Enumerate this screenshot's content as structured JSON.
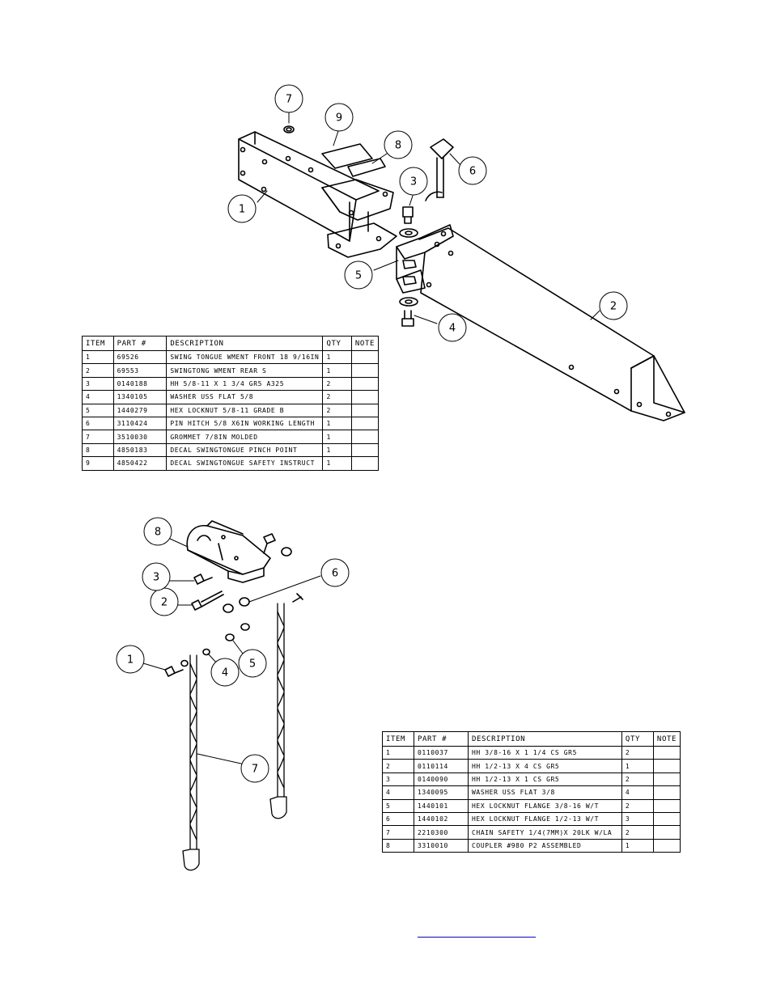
{
  "top_assembly": {
    "callouts": [
      {
        "id": "1"
      },
      {
        "id": "2"
      },
      {
        "id": "3"
      },
      {
        "id": "4"
      },
      {
        "id": "5"
      },
      {
        "id": "6"
      },
      {
        "id": "7"
      },
      {
        "id": "8"
      },
      {
        "id": "9"
      }
    ],
    "bom": {
      "headers": [
        "ITEM",
        "PART #",
        "DESCRIPTION",
        "QTY",
        "NOTE"
      ],
      "rows": [
        [
          "1",
          "69526",
          "SWING TONGUE WMENT FRONT 18 9/16IN",
          "1",
          ""
        ],
        [
          "2",
          "69553",
          "SWINGTONG WMENT REAR S",
          "1",
          ""
        ],
        [
          "3",
          "0140188",
          "HH 5/8-11 X 1 3/4  GR5 A325",
          "2",
          ""
        ],
        [
          "4",
          "1340105",
          "WASHER USS FLAT 5/8",
          "2",
          ""
        ],
        [
          "5",
          "1440279",
          "HEX LOCKNUT 5/8-11 GRADE B",
          "2",
          ""
        ],
        [
          "6",
          "3110424",
          "PIN HITCH 5/8 X6IN WORKING LENGTH",
          "1",
          ""
        ],
        [
          "7",
          "3510030",
          "GROMMET  7/8IN MOLDED",
          "1",
          ""
        ],
        [
          "8",
          "4850183",
          "DECAL SWINGTONGUE PINCH POINT",
          "1",
          ""
        ],
        [
          "9",
          "4850422",
          "DECAL SWINGTONGUE SAFETY INSTRUCT",
          "1",
          ""
        ]
      ]
    }
  },
  "bottom_assembly": {
    "callouts": [
      {
        "id": "1"
      },
      {
        "id": "2"
      },
      {
        "id": "3"
      },
      {
        "id": "4"
      },
      {
        "id": "5"
      },
      {
        "id": "6"
      },
      {
        "id": "7"
      },
      {
        "id": "8"
      }
    ],
    "bom": {
      "headers": [
        "ITEM",
        "PART #",
        "DESCRIPTION",
        "QTY",
        "NOTE"
      ],
      "rows": [
        [
          "1",
          "0110037",
          "HH 3/8-16 X 1 1/4 CS GR5",
          "2",
          ""
        ],
        [
          "2",
          "0110114",
          "HH 1/2-13 X 4 CS GR5",
          "1",
          ""
        ],
        [
          "3",
          "0140090",
          "HH 1/2-13 X 1 CS GR5",
          "2",
          ""
        ],
        [
          "4",
          "1340095",
          "WASHER USS FLAT 3/8",
          "4",
          ""
        ],
        [
          "5",
          "1440101",
          "HEX LOCKNUT FLANGE 3/8-16 W/T",
          "2",
          ""
        ],
        [
          "6",
          "1440102",
          "HEX LOCKNUT FLANGE 1/2-13 W/T",
          "3",
          ""
        ],
        [
          "7",
          "2210300",
          "CHAIN SAFETY 1/4(7MM)X 20LK W/LA",
          "2",
          ""
        ],
        [
          "8",
          "3310010",
          "COUPLER #980 P2 ASSEMBLED",
          "1",
          ""
        ]
      ]
    }
  }
}
